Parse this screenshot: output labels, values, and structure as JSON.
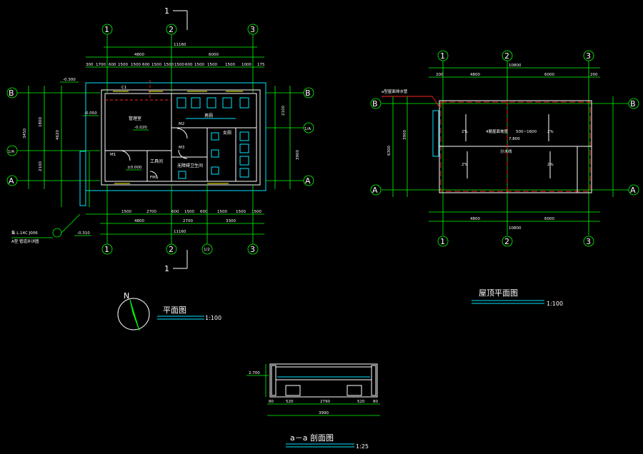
{
  "plan": {
    "axes_top": [
      "1",
      "2",
      "3"
    ],
    "axes_bottom": [
      "1",
      "2",
      "1/2",
      "3"
    ],
    "axes_left": [
      "B",
      "1/A",
      "A"
    ],
    "axes_right": [
      "B",
      "1/A",
      "A"
    ],
    "section_marks": [
      "1",
      "1"
    ],
    "dims_top_overall": "11160",
    "dims_top_spans": [
      "4800",
      "6000"
    ],
    "dims_top_detail": [
      "300",
      "1700",
      "600",
      "1500",
      "1500",
      "600",
      "1500",
      "1500",
      "1500",
      "600",
      "1500",
      "1500",
      "1500",
      "1000",
      "175"
    ],
    "dims_bottom_detail": [
      "1500",
      "2700",
      "600",
      "1500",
      "600",
      "1500",
      "1500",
      "1500"
    ],
    "dims_bottom_spans": [
      "4800",
      "2700",
      "3300"
    ],
    "dims_bottom_overall": "11160",
    "dims_left": [
      "4620",
      "3450",
      "1800",
      "2100"
    ],
    "dims_right": [
      "2100",
      "3900"
    ],
    "level_top": "-0.300",
    "level_room": "-0.020",
    "level_mid": "-0.050",
    "level_floor": "±0.000",
    "level_out": "-0.310",
    "rooms": [
      "管理室",
      "男厕",
      "女厕",
      "无障碍卫生间",
      "工具间"
    ],
    "doors": [
      "M1",
      "M2",
      "M3",
      "FM1",
      "C1"
    ],
    "note": "集 L.14C J006",
    "note2": "A型 管道井详图",
    "compass": "N",
    "title": "平面图",
    "scale": "1:100"
  },
  "roof": {
    "axes_top": [
      "1",
      "2",
      "3"
    ],
    "axes_bottom": [
      "1",
      "2",
      "3"
    ],
    "axes_left": [
      "B",
      "A"
    ],
    "axes_right": [
      "B",
      "A"
    ],
    "dims_top_overall": "10800",
    "dims_top_spans": [
      "4800",
      "6000"
    ],
    "dims_top_edge": [
      "200",
      "200"
    ],
    "dims_bottom_spans": [
      "4800",
      "6000"
    ],
    "dims_bottom_overall": "10800",
    "dims_side": [
      "6300",
      "3900"
    ],
    "slopes": [
      "2%",
      "2%",
      "2%",
      "2%"
    ],
    "note_top": "a型屋面排水管",
    "note_center": "4層屋面坡度",
    "note_val": "500~1600",
    "ridge": "分水线",
    "level": "7.800",
    "title": "屋顶平面图",
    "scale": "1:100"
  },
  "section": {
    "level": "2.700",
    "dims": [
      "80",
      "520",
      "2790",
      "520",
      "80"
    ],
    "total": "3990",
    "title": "a－a 剖面图",
    "scale": "1:25"
  }
}
